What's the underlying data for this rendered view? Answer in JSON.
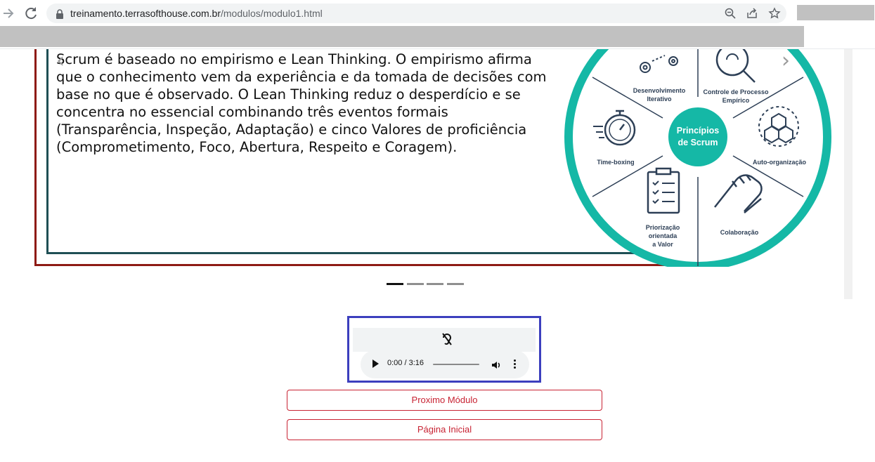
{
  "browser": {
    "url_host": "treinamento.terrasofthouse.com.br",
    "url_path": "/modulos/modulo1.html"
  },
  "slide": {
    "text": "Scrum é baseado no empirismo e Lean Thinking. O empirismo afirma que o conhecimento vem da experiência e da tomada de decisões com base no que é observado. O Lean Thinking reduz o desperdício e se concentra no essencial combinando três eventos formais (Transparência, Inspeção, Adaptação) e cinco Valores de proficiência (Comprometimento, Foco, Abertura, Respeito e Coragem).",
    "prev_arrow": "‹",
    "next_arrow": "›"
  },
  "wheel": {
    "center_line1": "Princípios",
    "center_line2": "de Scrum",
    "labels": {
      "desenvolvimento": [
        "Desenvolvimento",
        "Iterativo"
      ],
      "controle": [
        "Controle de Processo",
        "Empírico"
      ],
      "timeboxing": [
        "Time-boxing"
      ],
      "auto": [
        "Auto-organização"
      ],
      "priorizacao": [
        "Priorização",
        "orientada",
        "a Valor"
      ],
      "colaboracao": [
        "Colaboração"
      ]
    },
    "colors": {
      "ring": "#15b8a6",
      "lines": "#2d3f56",
      "center": "#15b8a6"
    }
  },
  "carousel": {
    "slide_count": 4,
    "active_index": 0
  },
  "audio": {
    "time_label": "0:00 / 3:16",
    "progress": 0
  },
  "buttons": {
    "next_module": "Proximo Módulo",
    "home": "Página Inicial"
  }
}
